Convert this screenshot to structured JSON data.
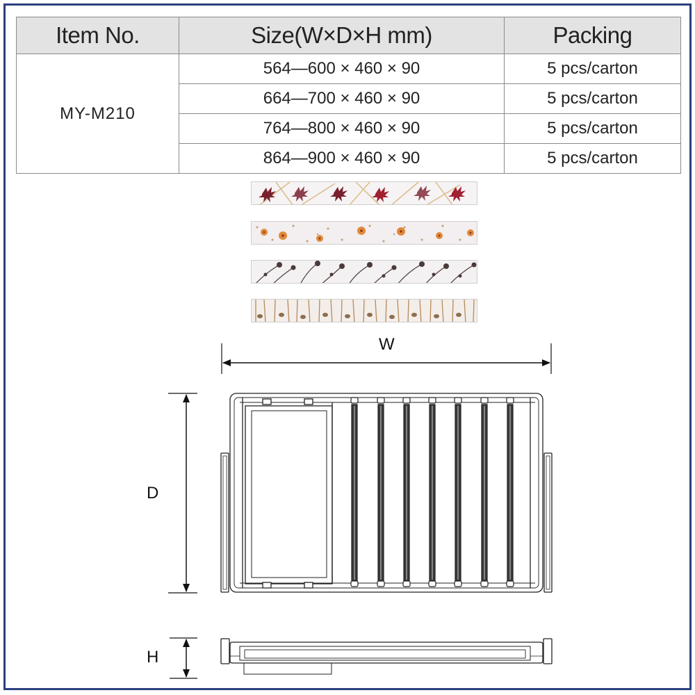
{
  "table": {
    "headers": [
      "Item No.",
      "Size(W×D×H mm)",
      "Packing"
    ],
    "item_no": "MY-M210",
    "rows": [
      {
        "size": "564—600 × 460 × 90",
        "packing": "5 pcs/carton"
      },
      {
        "size": "664—700 × 460 × 90",
        "packing": "5 pcs/carton"
      },
      {
        "size": "764—800 × 460 × 90",
        "packing": "5 pcs/carton"
      },
      {
        "size": "864—900 × 460 × 90",
        "packing": "5 pcs/carton"
      }
    ]
  },
  "finishes": [
    {
      "pattern": "maple-leaf",
      "colors": [
        "#7a1f2e",
        "#d9b57c"
      ]
    },
    {
      "pattern": "orange-blossom",
      "colors": [
        "#e08a3c",
        "#b88a5a"
      ]
    },
    {
      "pattern": "dried-flowers",
      "colors": [
        "#4a3a38",
        "#8c7b78"
      ]
    },
    {
      "pattern": "grass-stems",
      "colors": [
        "#b48a5c",
        "#8d6e4e"
      ]
    }
  ],
  "dimensions": {
    "width_label": "W",
    "depth_label": "D",
    "height_label": "H"
  },
  "colors": {
    "border": "#2a3f7e",
    "header_bg": "#e3e3e3",
    "line": "#222222"
  }
}
